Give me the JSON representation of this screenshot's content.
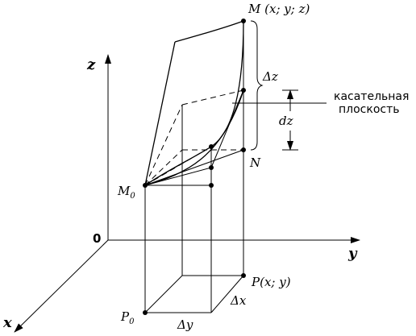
{
  "axes": {
    "x": "x",
    "y": "y",
    "z": "z",
    "origin": "0"
  },
  "points": {
    "M": "M",
    "M_coords": "(x; y; z)",
    "M0": "M",
    "M0_sub": "0",
    "N": "N",
    "P": "P",
    "P_coords": "(x; y)",
    "P0": "P",
    "P0_sub": "0"
  },
  "increments": {
    "delta_z": "Δz",
    "dz": "dz",
    "delta_x": "Δx",
    "delta_y": "Δy"
  },
  "annotation": {
    "line1": "касательная",
    "line2": "плоскость"
  }
}
